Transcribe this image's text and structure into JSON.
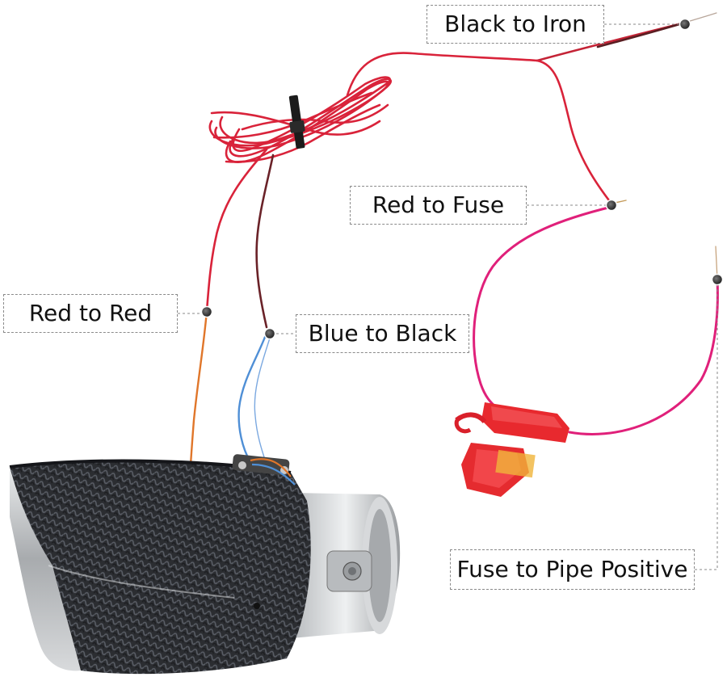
{
  "labels": {
    "black_to_iron": "Black to Iron",
    "red_to_fuse": "Red to Fuse",
    "red_to_red": "Red to Red",
    "blue_to_black": "Blue to Black",
    "fuse_to_pipe_positive": "Fuse to Pipe Positive"
  },
  "colors": {
    "red_wire": "#d9233a",
    "pink_wire": "#e0207a",
    "dark_wire": "#5a1e22",
    "blue_wire": "#4f8fd6",
    "orange_wire": "#e0762a",
    "fuse_holder": "#e8292e",
    "carbon": "#2a2c30",
    "steel": "#c9cbcd"
  },
  "icons": [
    "cable-tie-icon",
    "fuse-holder-icon",
    "exhaust-tip-icon",
    "connector-dot-icon"
  ]
}
